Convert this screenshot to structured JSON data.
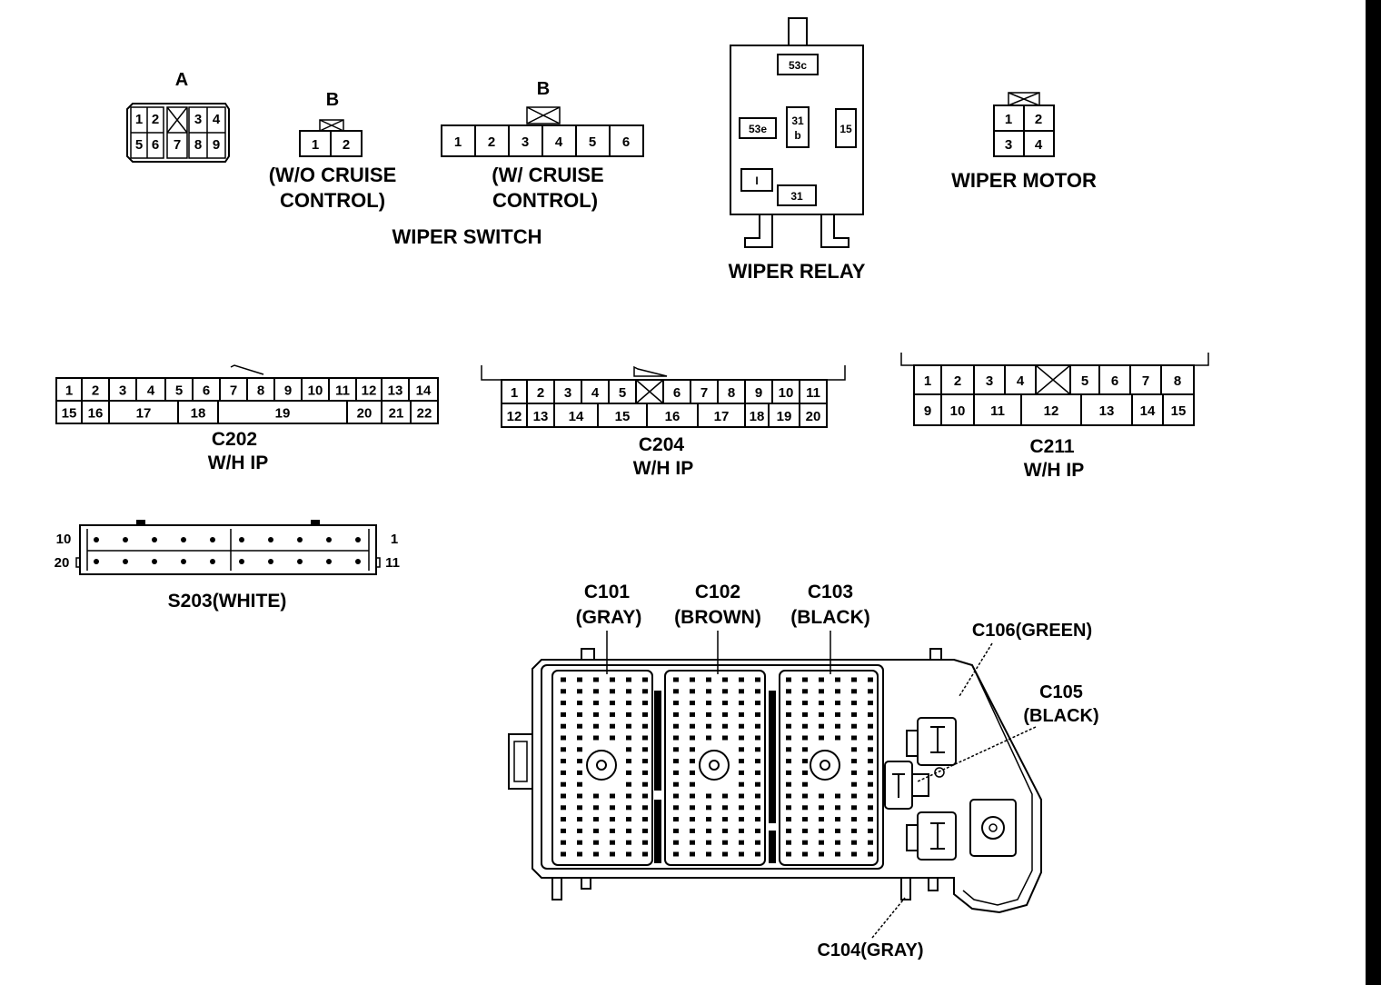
{
  "wiper_switch": {
    "title": "WIPER SWITCH",
    "conn_a": {
      "label": "A",
      "top": [
        "1",
        "2",
        "3",
        "4"
      ],
      "bottom": [
        "5",
        "6",
        "7",
        "8",
        "9"
      ]
    },
    "conn_b1": {
      "label": "B",
      "pins": [
        "1",
        "2"
      ],
      "caption1": "(W/O CRUISE",
      "caption2": "CONTROL)"
    },
    "conn_b2": {
      "label": "B",
      "pins": [
        "1",
        "2",
        "3",
        "4",
        "5",
        "6"
      ],
      "caption1": "(W/ CRUISE",
      "caption2": "CONTROL)"
    }
  },
  "wiper_relay": {
    "title": "WIPER RELAY",
    "terminals": {
      "t53c": "53c",
      "t53e": "53e",
      "t31b_a": "31",
      "t31b_b": "b",
      "t15": "15",
      "tI": "I",
      "t31": "31"
    }
  },
  "wiper_motor": {
    "title": "WIPER MOTOR",
    "pins": [
      "1",
      "2",
      "3",
      "4"
    ]
  },
  "c202": {
    "name": "C202",
    "sub": "W/H IP",
    "top": [
      "1",
      "2",
      "3",
      "4",
      "5",
      "6",
      "7",
      "8",
      "9",
      "10",
      "11",
      "12",
      "13",
      "14"
    ],
    "bottom": [
      "15",
      "16",
      "17",
      "18",
      "19",
      "20",
      "21",
      "22"
    ]
  },
  "c204": {
    "name": "C204",
    "sub": "W/H IP",
    "top": [
      "1",
      "2",
      "3",
      "4",
      "5",
      "6",
      "7",
      "8",
      "9",
      "10",
      "11"
    ],
    "bottom": [
      "12",
      "13",
      "14",
      "15",
      "16",
      "17",
      "18",
      "19",
      "20"
    ]
  },
  "c211": {
    "name": "C211",
    "sub": "W/H IP",
    "top": [
      "1",
      "2",
      "3",
      "4",
      "5",
      "6",
      "7",
      "8"
    ],
    "bottom": [
      "9",
      "10",
      "11",
      "12",
      "13",
      "14",
      "15"
    ]
  },
  "s203": {
    "name": "S203(WHITE)",
    "left_top": "10",
    "left_bottom": "20",
    "right_top": "1",
    "right_bottom": "11"
  },
  "fuse_block": {
    "c101": {
      "name": "C101",
      "color": "(GRAY)"
    },
    "c102": {
      "name": "C102",
      "color": "(BROWN)"
    },
    "c103": {
      "name": "C103",
      "color": "(BLACK)"
    },
    "c104": "C104(GRAY)",
    "c105": {
      "name": "C105",
      "color": "(BLACK)"
    },
    "c106": "C106(GREEN)"
  }
}
